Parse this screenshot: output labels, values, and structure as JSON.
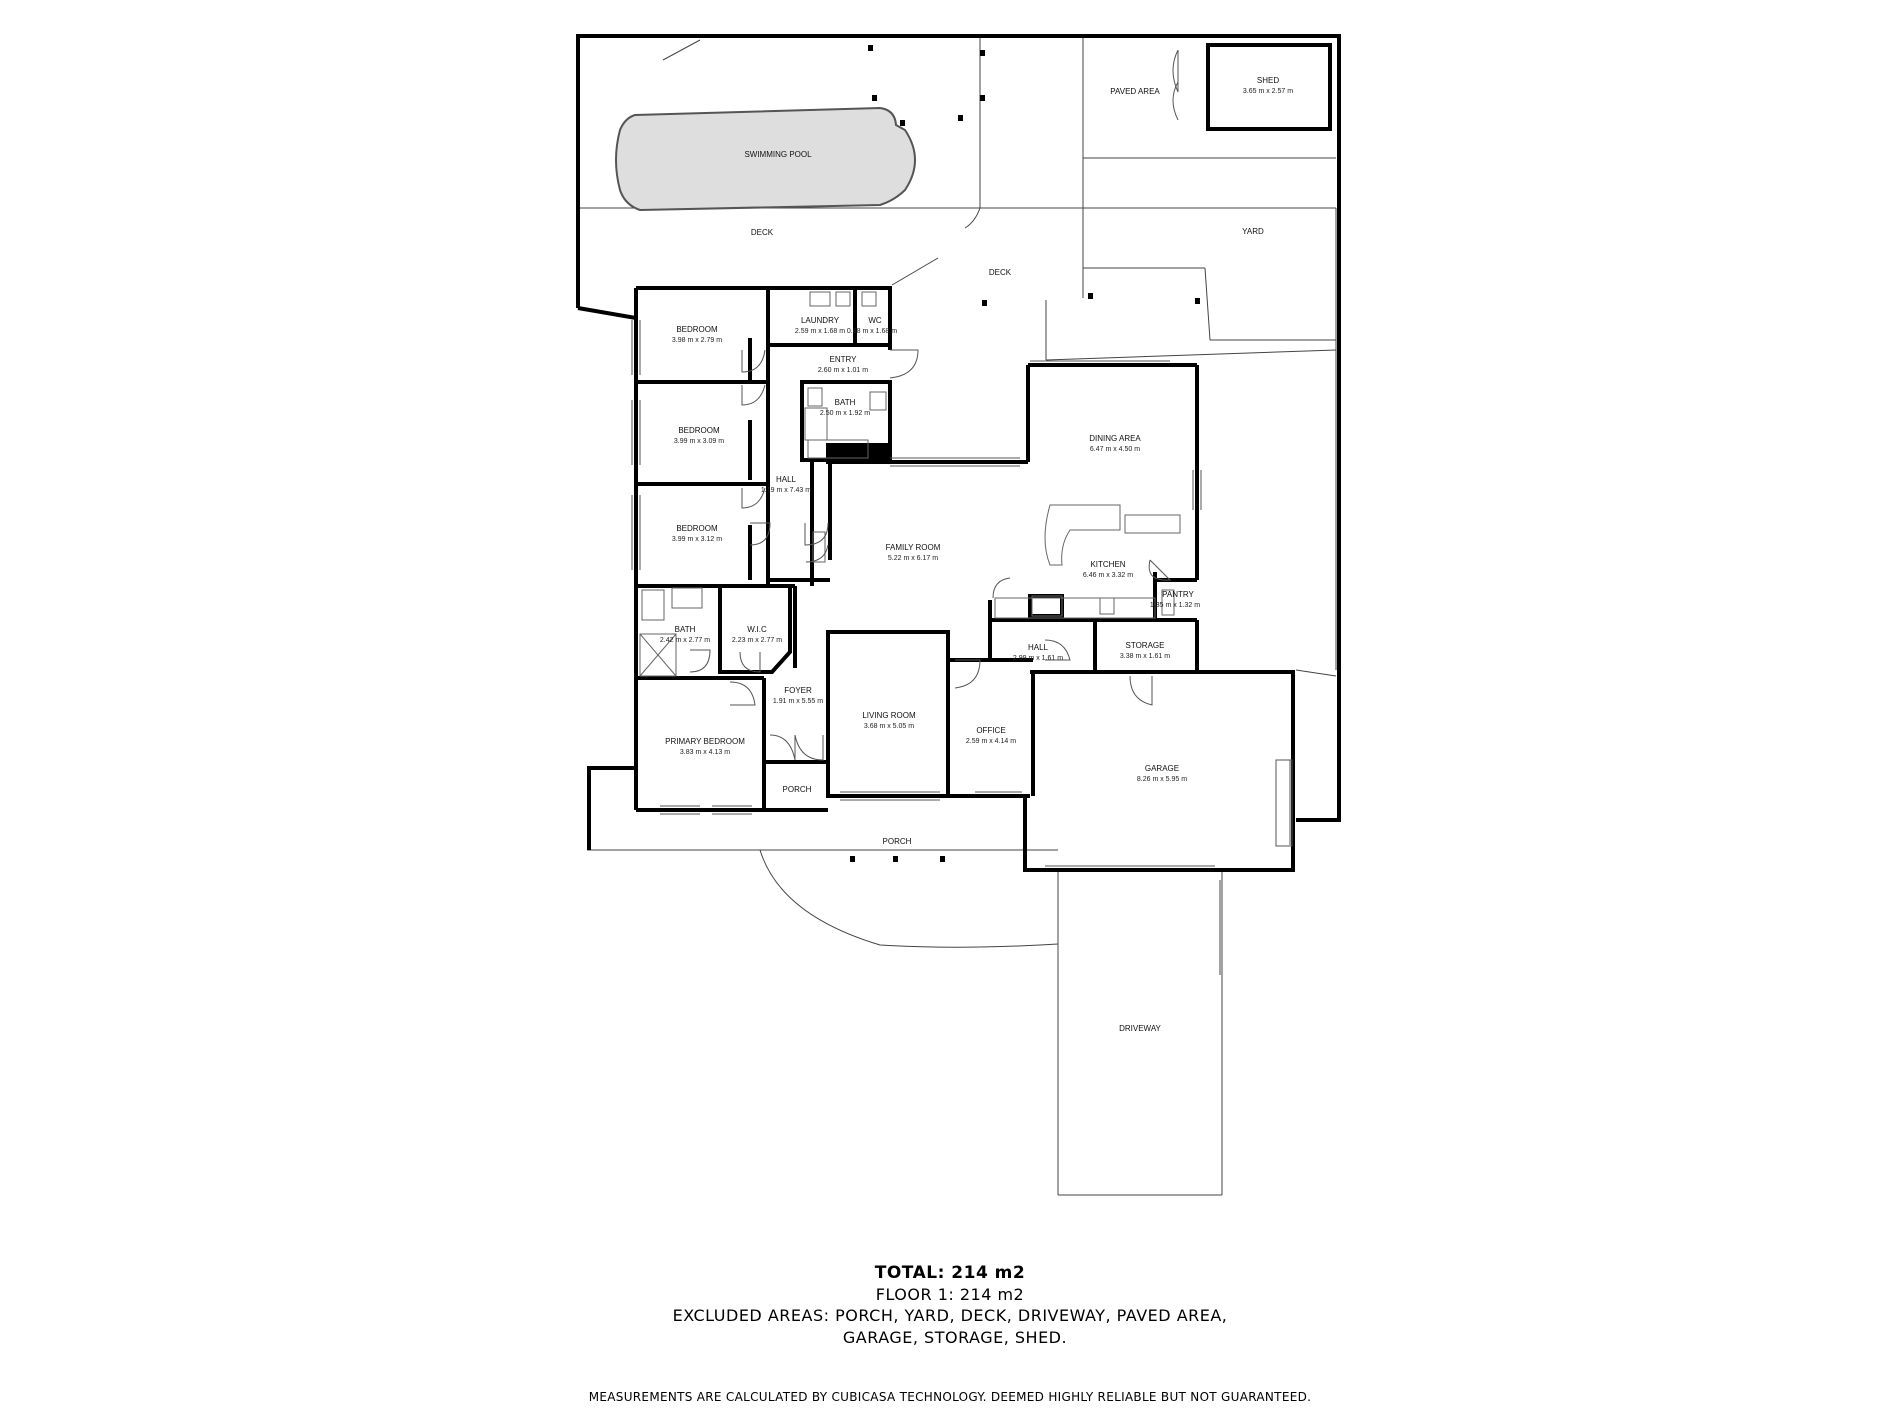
{
  "rooms": {
    "swimming_pool": {
      "name": "SWIMMING POOL"
    },
    "deck_west": {
      "name": "DECK"
    },
    "deck_center": {
      "name": "DECK"
    },
    "paved_area": {
      "name": "PAVED AREA"
    },
    "shed": {
      "name": "SHED",
      "dims": "3.65 m x 2.57 m"
    },
    "yard": {
      "name": "YARD"
    },
    "bedroom_1": {
      "name": "BEDROOM",
      "dims": "3.98 m x 2.79 m"
    },
    "laundry": {
      "name": "LAUNDRY",
      "dims": "2.59 m x 1.68 m"
    },
    "wc": {
      "name": "WC",
      "dims": "0.88 m x 1.68 m"
    },
    "entry": {
      "name": "ENTRY",
      "dims": "2.60 m x 1.01 m"
    },
    "bath_1": {
      "name": "BATH",
      "dims": "2.50 m x 1.92 m"
    },
    "bedroom_2": {
      "name": "BEDROOM",
      "dims": "3.99 m x 3.09 m"
    },
    "hall_1": {
      "name": "HALL",
      "dims": "1.19 m x 7.43 m"
    },
    "bedroom_3": {
      "name": "BEDROOM",
      "dims": "3.99 m x 3.12 m"
    },
    "dining_area": {
      "name": "DINING AREA",
      "dims": "6.47 m x 4.50 m"
    },
    "family_room": {
      "name": "FAMILY ROOM",
      "dims": "5.22 m x 6.17 m"
    },
    "kitchen": {
      "name": "KITCHEN",
      "dims": "6.46 m x 3.32 m"
    },
    "pantry": {
      "name": "PANTRY",
      "dims": "1.35 m x 1.32 m"
    },
    "bath_2": {
      "name": "BATH",
      "dims": "2.42 m x 2.77 m"
    },
    "wic": {
      "name": "W.I.C",
      "dims": "2.23 m x 2.77 m"
    },
    "hall_2": {
      "name": "HALL",
      "dims": "2.99 m x 1.61 m"
    },
    "storage": {
      "name": "STORAGE",
      "dims": "3.38 m x 1.61 m"
    },
    "foyer": {
      "name": "FOYER",
      "dims": "1.91 m x 5.55 m"
    },
    "living_room": {
      "name": "LIVING ROOM",
      "dims": "3.68 m x 5.05 m"
    },
    "office": {
      "name": "OFFICE",
      "dims": "2.59 m x 4.14 m"
    },
    "primary_bedroom": {
      "name": "PRIMARY BEDROOM",
      "dims": "3.83 m x 4.13 m"
    },
    "garage": {
      "name": "GARAGE",
      "dims": "8.26 m x 5.95 m"
    },
    "porch_small": {
      "name": "PORCH"
    },
    "porch": {
      "name": "PORCH"
    },
    "driveway": {
      "name": "DRIVEWAY"
    }
  },
  "summary": {
    "total": "TOTAL: 214 m2",
    "floor": "FLOOR 1: 214 m2",
    "excluded_line1": "EXCLUDED AREAS: PORCH, YARD, DECK, DRIVEWAY, PAVED AREA,",
    "excluded_line2": "GARAGE, STORAGE, SHED."
  },
  "footer": "MEASUREMENTS ARE CALCULATED BY CUBICASA TECHNOLOGY. DEEMED HIGHLY RELIABLE BUT NOT GUARANTEED.",
  "colors": {
    "wall": "#000000",
    "pool": "#dedede",
    "fixture": "#888888"
  }
}
